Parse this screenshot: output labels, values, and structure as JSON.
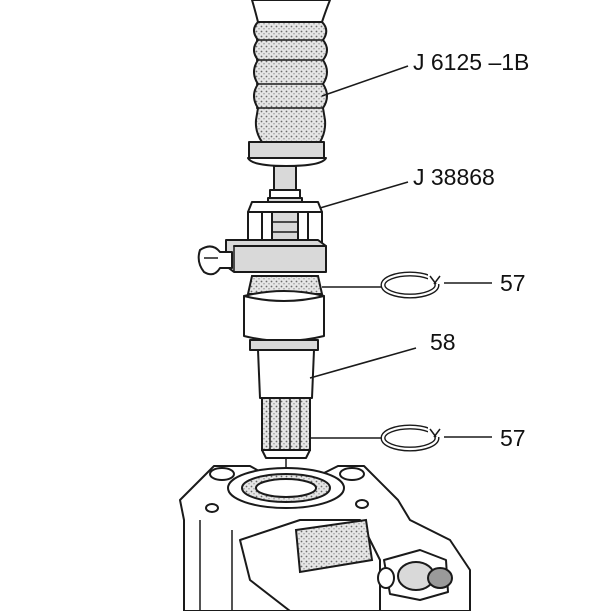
{
  "labels": {
    "tool_handle": "J 6125 –1B",
    "tool_adapter": "J 38868",
    "retaining_ring_upper": "57",
    "shaft": "58",
    "retaining_ring_lower": "57"
  },
  "colors": {
    "ink": "#1a1a1a",
    "light_shade": "#d9d9d9",
    "mid_shade": "#9a9a9a",
    "background": "#ffffff"
  }
}
